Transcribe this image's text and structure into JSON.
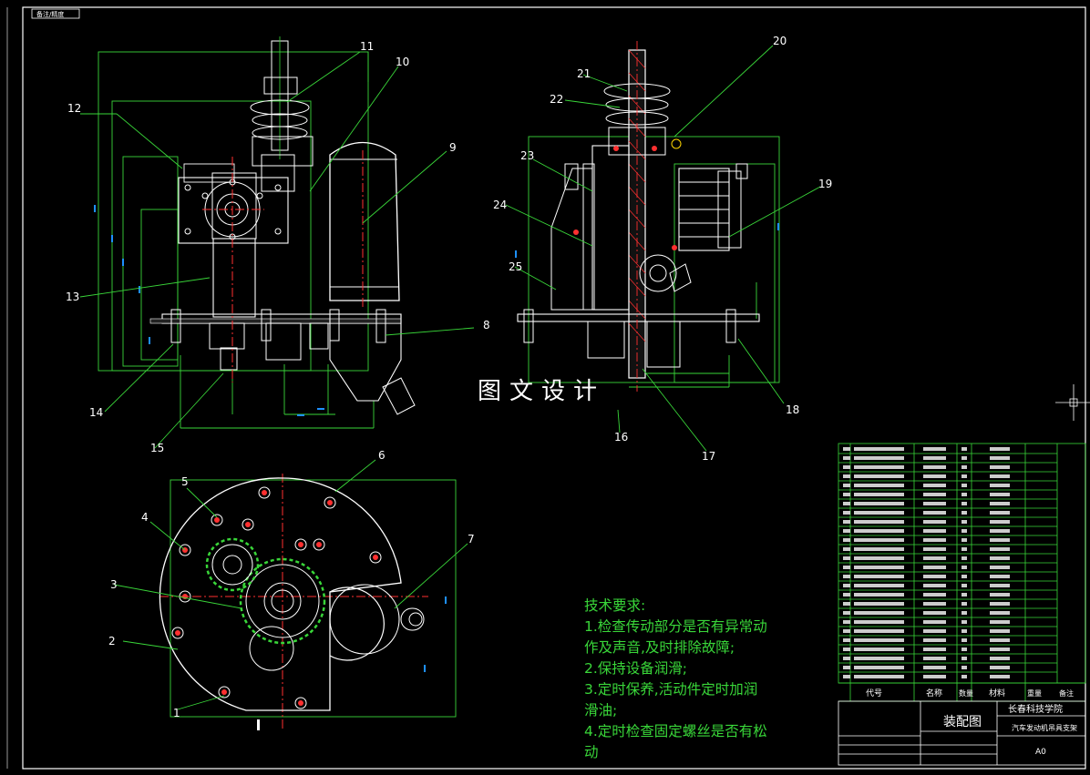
{
  "header_tag": "备注/精度",
  "watermark": "图文设计",
  "part_numbers": [
    "1",
    "2",
    "3",
    "4",
    "5",
    "6",
    "7",
    "8",
    "9",
    "10",
    "11",
    "12",
    "13",
    "14",
    "15",
    "16",
    "17",
    "18",
    "19",
    "20",
    "21",
    "22",
    "23",
    "24",
    "25"
  ],
  "tech_requirements": {
    "title": "技术要求:",
    "lines": [
      "1.检查传动部分是否有异常动",
      "作及声音,及时排除故障;",
      "2.保持设备润滑;",
      "3.定时保养,活动件定时加润",
      "滑油;",
      "4.定时检查固定螺丝是否有松",
      "动"
    ]
  },
  "title_block": {
    "drawing_name": "装配图",
    "school": "长春科技学院",
    "product": "汽车发动机吊具支架",
    "sheet_size": "A0",
    "headers": {
      "code": "代号",
      "name": "名称",
      "qty": "数量",
      "material": "材料",
      "mass": "重量",
      "remark": "备注"
    }
  },
  "colors": {
    "line": "#ffffff",
    "dim": "#39d639",
    "center": "#ff3030",
    "part": "#ffffff",
    "accent": "#1e90ff"
  }
}
